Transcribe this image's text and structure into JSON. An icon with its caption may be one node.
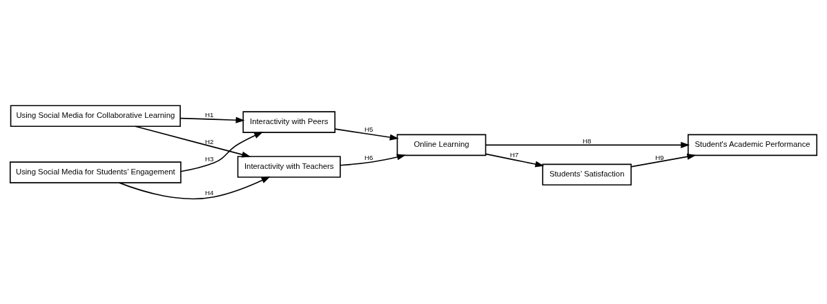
{
  "diagram": {
    "nodes": [
      {
        "text": [
          "Using Social Media for Collaborative Learning"
        ]
      },
      {
        "text": [
          "Using Social Media for Students’ Engagement"
        ]
      },
      {
        "text": [
          "Interactivity with Peers"
        ]
      },
      {
        "text": [
          "Interactivity with Teachers"
        ]
      },
      {
        "text": [
          "Online Learning"
        ]
      },
      {
        "text": [
          "Students’ Satisfaction"
        ]
      },
      {
        "text": [
          "Student's Academic Performance"
        ]
      }
    ],
    "edges": [
      {
        "from": 0,
        "to": 2,
        "arrow": "to",
        "label": "H1"
      },
      {
        "from": 0,
        "to": 3,
        "arrow": "to",
        "label": "H2"
      },
      {
        "from": 1,
        "to": 2,
        "arrow": "to",
        "label": "H3"
      },
      {
        "from": 1,
        "to": 3,
        "arrow": "to",
        "label": "H4"
      },
      {
        "from": 2,
        "to": 4,
        "arrow": "to",
        "label": "H5"
      },
      {
        "from": 3,
        "to": 4,
        "arrow": "to",
        "label": "H6"
      },
      {
        "from": 4,
        "to": 5,
        "arrow": "to",
        "label": "H7"
      },
      {
        "from": 4,
        "to": 6,
        "arrow": "to",
        "label": "H8"
      },
      {
        "from": 5,
        "to": 6,
        "arrow": "to",
        "label": "H9"
      }
    ]
  }
}
